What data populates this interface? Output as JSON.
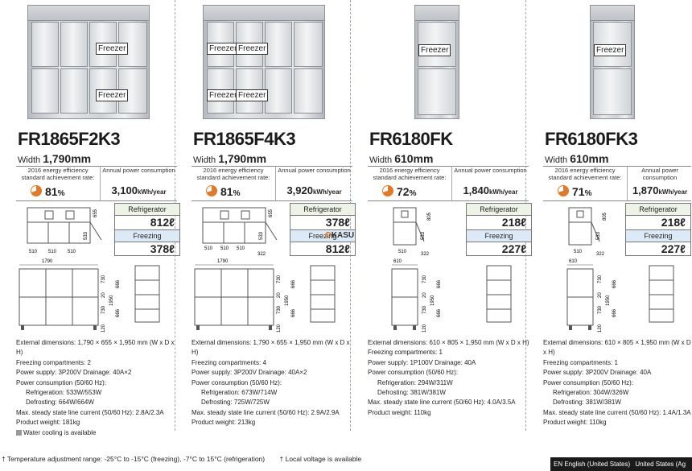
{
  "products": [
    {
      "model": "FR1865F2K3",
      "width_label": "Width",
      "width_value": "1,790mm",
      "eff_label": "2016 energy efficiency standard achievement rate:",
      "eff_value": "81",
      "eff_unit": "%",
      "power_label": "Annual power consumption",
      "power_value": "3,100",
      "power_unit": "kWh/year",
      "cap_ref_label": "Refrigerator",
      "cap_ref_value": "812ℓ",
      "cap_frz_label": "Freezing",
      "cap_frz_value": "378ℓ",
      "freezer_label": "Freezer",
      "dims": {
        "top": [
          "510",
          "510",
          "510",
          "655",
          "533"
        ],
        "front": [
          "1790",
          "730",
          "20",
          "730",
          "1950",
          "666",
          "666",
          "120"
        ]
      },
      "specs": [
        "External dimensions: 1,790 × 655 × 1,950 mm (W x D x H)",
        "Freezing compartments: 2",
        "Power supply: 3P200V   Drainage: 40A×2",
        "Power consumption (50/60 Hz):",
        "Refrigeration: 533W/553W",
        "Defrosting: 664W/664W",
        "Max. steady state line current (50/60 Hz): 2.8A/2.3A",
        "Product weight: 181kg",
        "Water cooling is available"
      ]
    },
    {
      "model": "FR1865F4K3",
      "width_label": "Width",
      "width_value": "1,790mm",
      "eff_label": "2016 energy efficiency standard achievement rate:",
      "eff_value": "81",
      "eff_unit": "%",
      "power_label": "Annual power consumption",
      "power_value": "3,920",
      "power_unit": "kWh/year",
      "cap_ref_label": "Refrigerator",
      "cap_ref_value": "378ℓ",
      "cap_frz_label": "Freezing",
      "cap_frz_value": "812ℓ",
      "freezer_label": "Freezer",
      "dims": {
        "top": [
          "510",
          "510",
          "510",
          "655",
          "533",
          "322"
        ],
        "front": [
          "1790",
          "730",
          "20",
          "730",
          "1950",
          "666",
          "666",
          "120"
        ]
      },
      "specs": [
        "External dimensions: 1,790 × 655 × 1,950 mm (W x D x H)",
        "Freezing compartments: 4",
        "Power supply: 3P200V   Drainage: 40A×2",
        "Power consumption (50/60 Hz):",
        "Refrigeration: 673W/714W",
        "Defrosting: 725W/725W",
        "Max. steady state line current (50/60 Hz): 2.9A/2.9A",
        "Product weight: 213kg"
      ]
    },
    {
      "model": "FR6180FK",
      "width_label": "Width",
      "width_value": "610mm",
      "eff_label": "2016 energy efficiency standard achievement rate:",
      "eff_value": "72",
      "eff_unit": "%",
      "power_label": "Annual power consumption",
      "power_value": "1,840",
      "power_unit": "kWh/year",
      "cap_ref_label": "Refrigerator",
      "cap_ref_value": "218ℓ",
      "cap_frz_label": "Freezing",
      "cap_frz_value": "227ℓ",
      "freezer_label": "Freezer",
      "dims": {
        "top": [
          "510",
          "805",
          "533",
          "322"
        ],
        "front": [
          "610",
          "730",
          "20",
          "730",
          "1950",
          "666",
          "666",
          "120"
        ]
      },
      "specs": [
        "External dimensions: 610 × 805 × 1,950 mm (W x D x H)",
        "Freezing compartments: 1",
        "Power supply: 1P100V   Drainage: 40A",
        "Power consumption (50/60 Hz):",
        "Refrigeration: 294W/311W",
        "Defrosting: 381W/381W",
        "Max. steady state line current (50/60 Hz): 4.0A/3.5A",
        "Product weight: 110kg"
      ]
    },
    {
      "model": "FR6180FK3",
      "width_label": "Width",
      "width_value": "610mm",
      "eff_label": "2016 energy efficiency standard achievement rate:",
      "eff_value": "71",
      "eff_unit": "%",
      "power_label": "Annual power consumption",
      "power_value": "1,870",
      "power_unit": "kWh/year",
      "cap_ref_label": "Refrigerator",
      "cap_ref_value": "218ℓ",
      "cap_frz_label": "Freezing",
      "cap_frz_value": "227ℓ",
      "freezer_label": "Freezer",
      "dims": {
        "top": [
          "510",
          "805",
          "533",
          "322"
        ],
        "front": [
          "610",
          "730",
          "20",
          "730",
          "1950",
          "666",
          "666",
          "120"
        ]
      },
      "specs": [
        "External dimensions: 610 × 805 × 1,950 mm (W x D x H)",
        "Freezing compartments: 1",
        "Power supply: 3P200V   Drainage: 40A",
        "Power consumption (50/60 Hz):",
        "Refrigeration: 304W/326W",
        "Defrosting: 381W/381W",
        "Max. steady state line current (50/60 Hz): 1.4A/1.3A",
        "Product weight: 110kg"
      ]
    }
  ],
  "footnotes": [
    "† Temperature adjustment range: -25°C to -15°C (freezing), -7°C to 15°C (refrigeration)",
    "† Local voltage is available"
  ],
  "watermark": {
    "brand_a": "O",
    "brand_b": "KASU"
  },
  "taskbar": {
    "lang1": "EN English (United States)",
    "lang2": "United States (Ag"
  },
  "colors": {
    "accent": "#e07a2a",
    "refrigerator_header": "#eef3e8",
    "freezing_header": "#dce9f6"
  }
}
